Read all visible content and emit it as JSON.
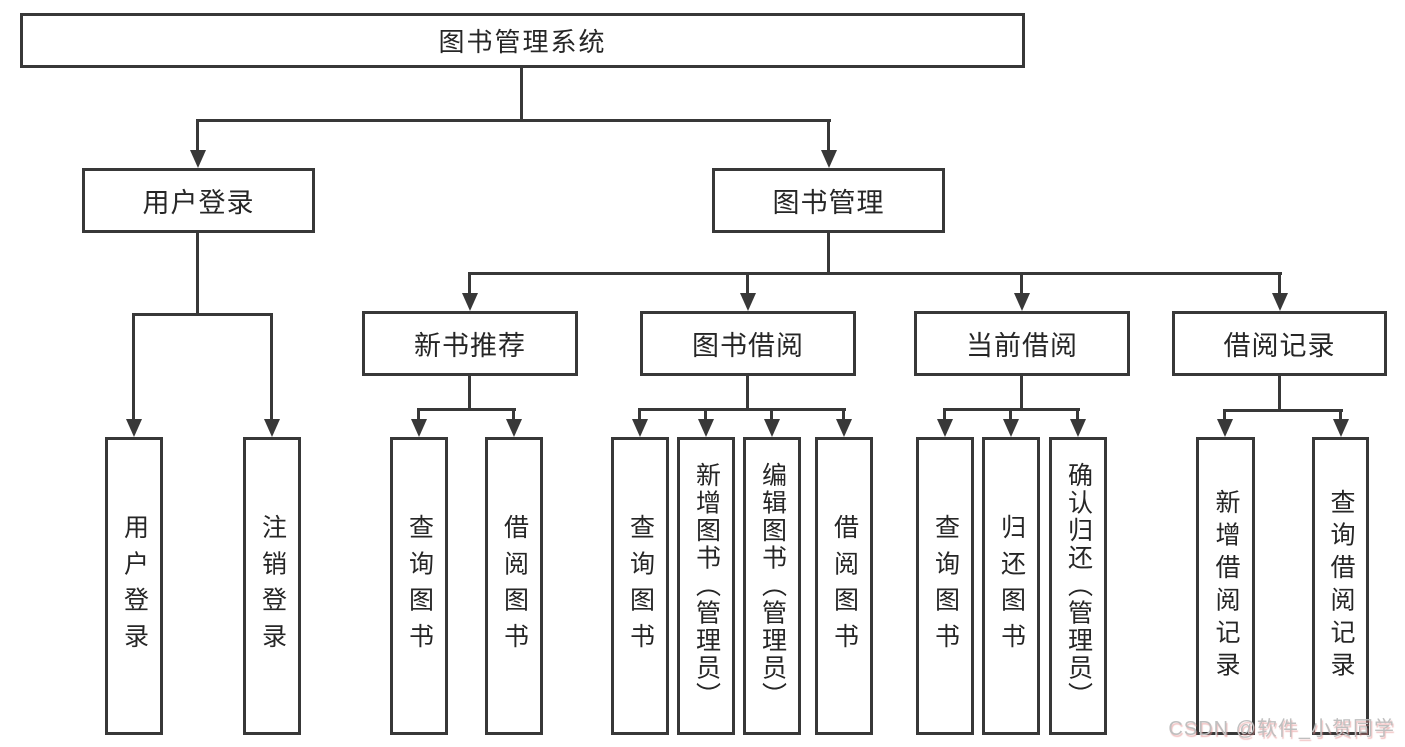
{
  "diagram": {
    "title": "图书管理系统",
    "watermark": "CSDN @软件_小贺同学",
    "colors": {
      "line": "#383838",
      "text": "#262626",
      "background": "#ffffff",
      "watermark": "#bfbfbf",
      "watermark_shadow": "#e48c8c"
    },
    "nodes": {
      "root": {
        "label": "图书管理系统"
      },
      "user_login": {
        "label": "用户登录"
      },
      "book_management": {
        "label": "图书管理"
      },
      "new_book_recommend": {
        "label": "新书推荐"
      },
      "book_borrow": {
        "label": "图书借阅"
      },
      "current_borrow": {
        "label": "当前借阅"
      },
      "borrow_records": {
        "label": "借阅记录"
      },
      "leaf_user_login": {
        "label": "用户登录"
      },
      "leaf_logout": {
        "label": "注销登录"
      },
      "leaf_query_book_1": {
        "label": "查询图书"
      },
      "leaf_borrow_book_1": {
        "label": "借阅图书"
      },
      "leaf_query_book_2": {
        "label": "查询图书"
      },
      "leaf_add_book_admin": {
        "label": "新增图书（管理员）"
      },
      "leaf_edit_book_admin": {
        "label": "编辑图书（管理员）"
      },
      "leaf_borrow_book_2": {
        "label": "借阅图书"
      },
      "leaf_query_book_3": {
        "label": "查询图书"
      },
      "leaf_return_book": {
        "label": "归还图书"
      },
      "leaf_confirm_return_admin": {
        "label": "确认归还（管理员）"
      },
      "leaf_add_borrow_record": {
        "label": "新增借阅记录"
      },
      "leaf_query_borrow_record": {
        "label": "查询借阅记录"
      }
    }
  }
}
